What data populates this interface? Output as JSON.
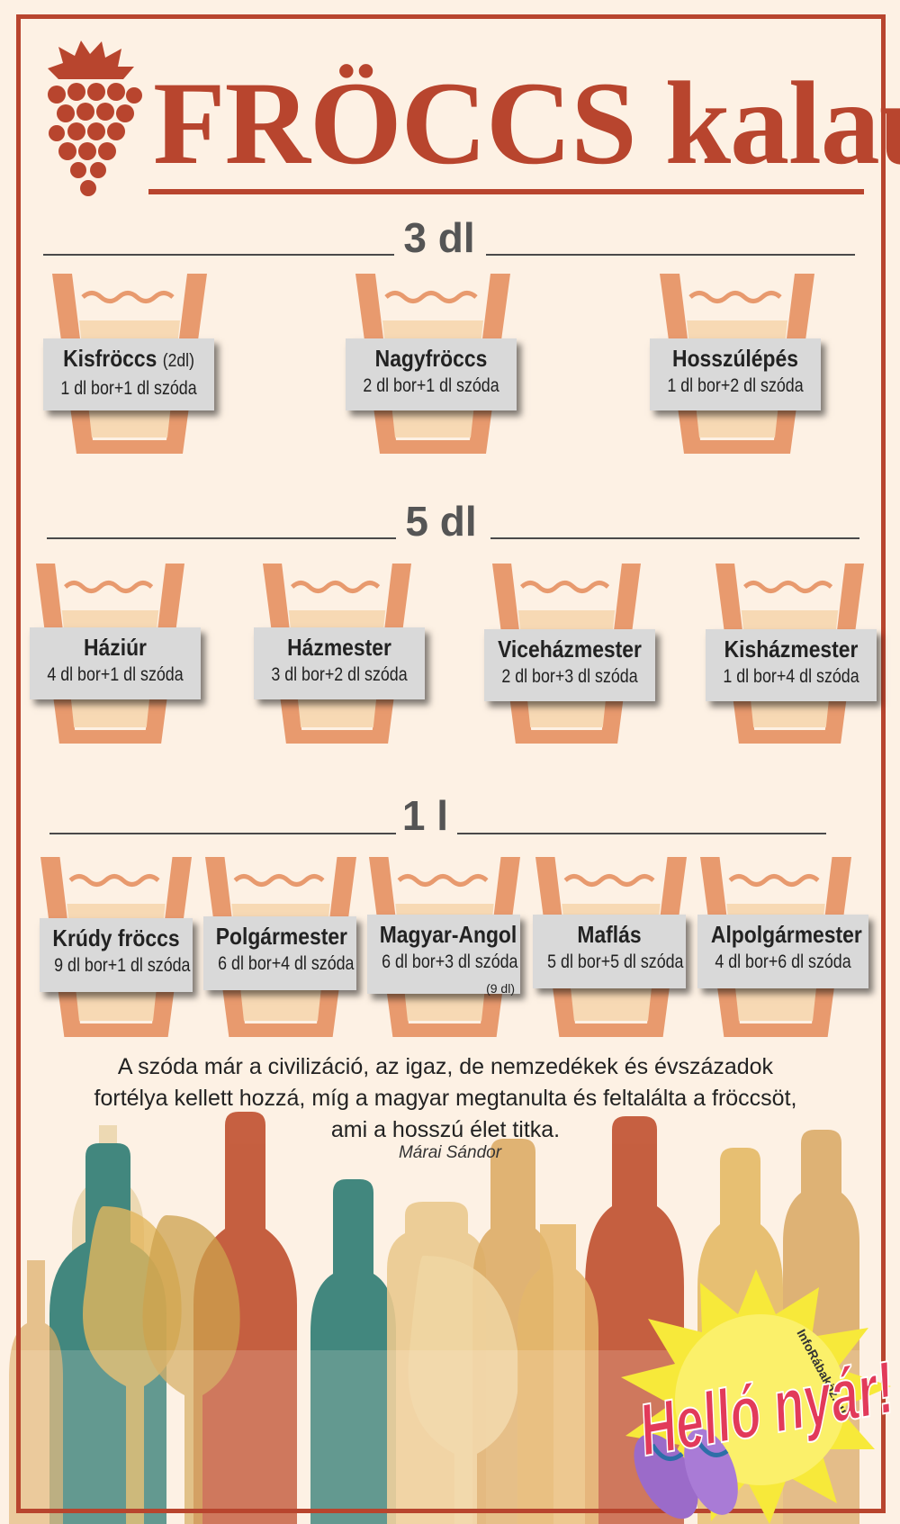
{
  "title": "FRÖCCS kalauz",
  "colors": {
    "background": "#fdf1e4",
    "accent": "#b8452e",
    "glass": "#e89a6e",
    "wine": "#f7d9b4",
    "label": "#d9d9d9"
  },
  "sections": [
    {
      "label": "3 dl",
      "drinks": [
        {
          "name": "Kisfröccs",
          "note": "(2dl)",
          "recipe": "1 dl bor+1 dl szóda"
        },
        {
          "name": "Nagyfröccs",
          "recipe": "2 dl bor+1 dl szóda"
        },
        {
          "name": "Hosszúlépés",
          "recipe": "1 dl bor+2 dl szóda"
        }
      ]
    },
    {
      "label": "5 dl",
      "drinks": [
        {
          "name": "Háziúr",
          "recipe": "4 dl bor+1 dl szóda"
        },
        {
          "name": "Házmester",
          "recipe": "3 dl bor+2 dl szóda"
        },
        {
          "name": "Viceházmester",
          "recipe": "2 dl bor+3 dl szóda"
        },
        {
          "name": "Kisházmester",
          "recipe": "1 dl bor+4 dl szóda"
        }
      ]
    },
    {
      "label": "1 l",
      "drinks": [
        {
          "name": "Krúdy fröccs",
          "recipe": "9 dl bor+1 dl szóda"
        },
        {
          "name": "Polgármester",
          "recipe": "6 dl bor+4 dl szóda"
        },
        {
          "name": "Magyar-Angol",
          "recipe": "6 dl bor+3 dl szóda",
          "extra": "(9 dl)"
        },
        {
          "name": "Maflás",
          "recipe": "5 dl bor+5 dl szóda"
        },
        {
          "name": "Alpolgármester",
          "recipe": "4 dl bor+6 dl szóda"
        }
      ]
    }
  ],
  "quote": {
    "text": "A szóda már a civilizáció, az igaz, de nemzedékek és évszázadok fortélya kellett hozzá, míg a magyar megtanulta és feltalálta a fröccsöt, ami a hosszú élet titka.",
    "author": "Márai Sándor"
  },
  "logo": {
    "main": "Helló nyár!",
    "site": "InfoRábaköz.hu"
  }
}
